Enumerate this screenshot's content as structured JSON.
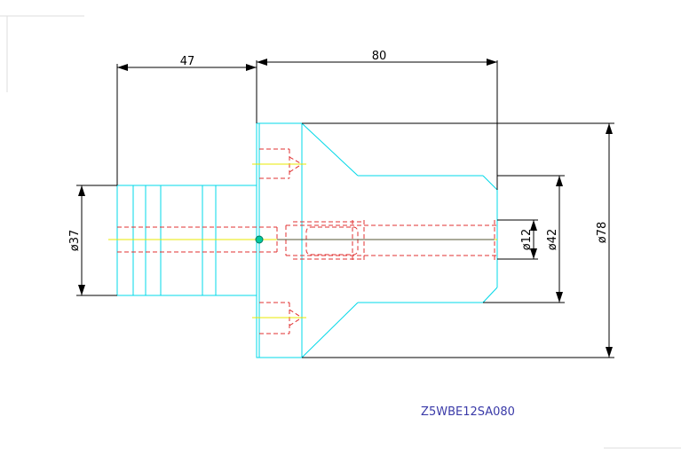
{
  "drawing": {
    "part_number": "Z5WBE12SA080",
    "colors": {
      "outline": "#00d8e8",
      "dimension": "#000000",
      "hidden": "#e03030",
      "center": "#e8e800",
      "label": "#3a3aa8"
    }
  },
  "dimensions": {
    "length_47": "47",
    "length_80": "80",
    "dia_37": "ø37",
    "dia_12": "ø12",
    "dia_42": "ø42",
    "dia_78": "ø78"
  }
}
